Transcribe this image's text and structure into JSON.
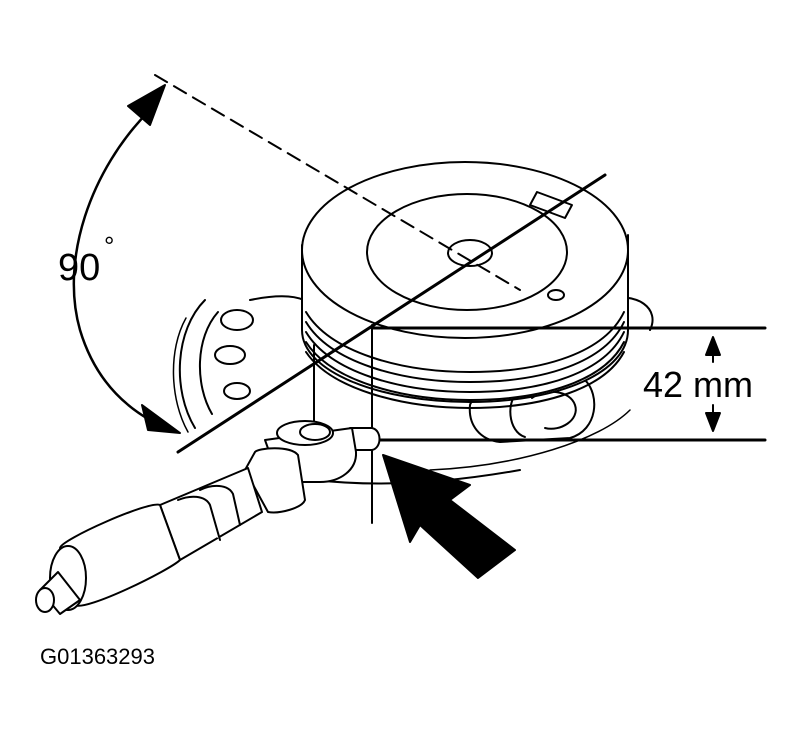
{
  "labels": {
    "angle": "90",
    "angle_unit": "°",
    "measurement": "42 mm",
    "figure_id": "G01363293"
  },
  "colors": {
    "ink": "#000000",
    "paper": "#ffffff"
  }
}
